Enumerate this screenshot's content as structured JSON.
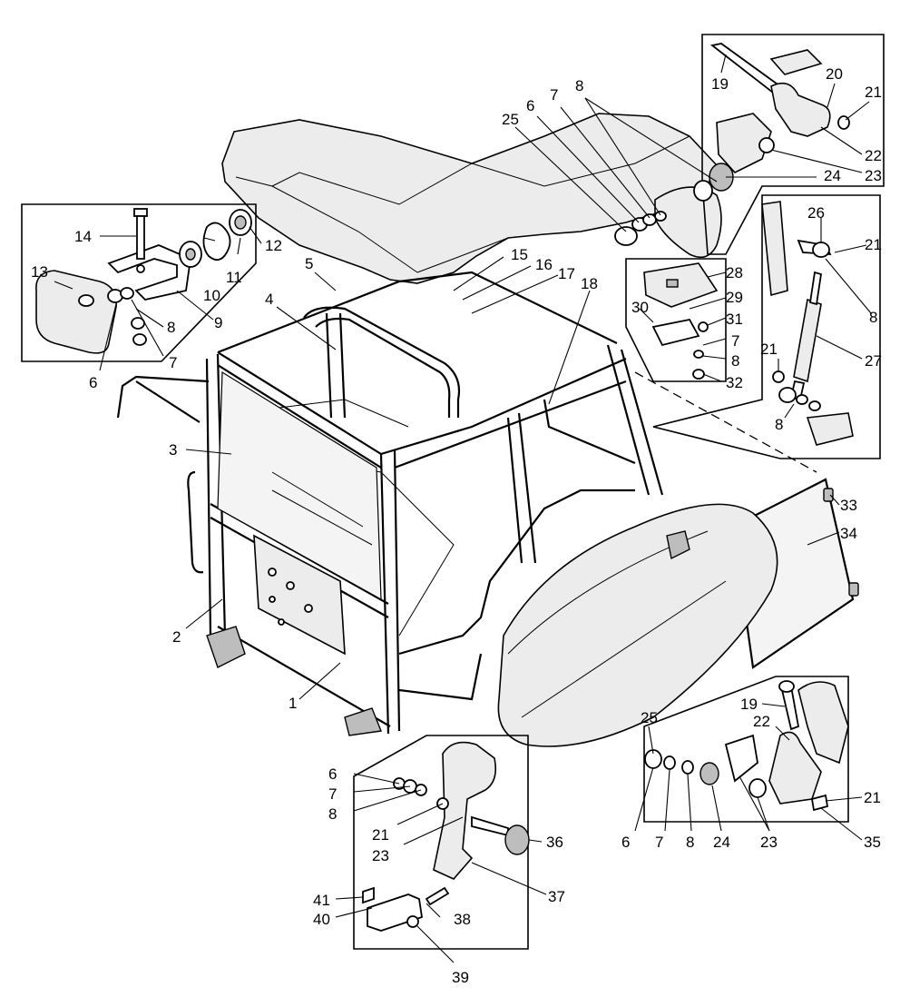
{
  "callouts": [
    {
      "id": "c1",
      "text": "1"
    },
    {
      "id": "c2",
      "text": "2"
    },
    {
      "id": "c3",
      "text": "3"
    },
    {
      "id": "c4",
      "text": "4"
    },
    {
      "id": "c5",
      "text": "5"
    },
    {
      "id": "c6a",
      "text": "6"
    },
    {
      "id": "c6b",
      "text": "6"
    },
    {
      "id": "c6c",
      "text": "6"
    },
    {
      "id": "c6d",
      "text": "6"
    },
    {
      "id": "c7a",
      "text": "7"
    },
    {
      "id": "c7b",
      "text": "7"
    },
    {
      "id": "c7c",
      "text": "7"
    },
    {
      "id": "c7d",
      "text": "7"
    },
    {
      "id": "c7e",
      "text": "7"
    },
    {
      "id": "c8a",
      "text": "8"
    },
    {
      "id": "c8b",
      "text": "8"
    },
    {
      "id": "c8c",
      "text": "8"
    },
    {
      "id": "c8d",
      "text": "8"
    },
    {
      "id": "c8e",
      "text": "8"
    },
    {
      "id": "c8f",
      "text": "8"
    },
    {
      "id": "c8g",
      "text": "8"
    },
    {
      "id": "c9",
      "text": "9"
    },
    {
      "id": "c10",
      "text": "10"
    },
    {
      "id": "c11",
      "text": "11"
    },
    {
      "id": "c12",
      "text": "12"
    },
    {
      "id": "c13",
      "text": "13"
    },
    {
      "id": "c14",
      "text": "14"
    },
    {
      "id": "c15",
      "text": "15"
    },
    {
      "id": "c16",
      "text": "16"
    },
    {
      "id": "c17",
      "text": "17"
    },
    {
      "id": "c18",
      "text": "18"
    },
    {
      "id": "c19a",
      "text": "19"
    },
    {
      "id": "c19b",
      "text": "19"
    },
    {
      "id": "c20",
      "text": "20"
    },
    {
      "id": "c21a",
      "text": "21"
    },
    {
      "id": "c21b",
      "text": "21"
    },
    {
      "id": "c21c",
      "text": "21"
    },
    {
      "id": "c21d",
      "text": "21"
    },
    {
      "id": "c21e",
      "text": "21"
    },
    {
      "id": "c22a",
      "text": "22"
    },
    {
      "id": "c22b",
      "text": "22"
    },
    {
      "id": "c23a",
      "text": "23"
    },
    {
      "id": "c23b",
      "text": "23"
    },
    {
      "id": "c23c",
      "text": "23"
    },
    {
      "id": "c24a",
      "text": "24"
    },
    {
      "id": "c24b",
      "text": "24"
    },
    {
      "id": "c25a",
      "text": "25"
    },
    {
      "id": "c25b",
      "text": "25"
    },
    {
      "id": "c26",
      "text": "26"
    },
    {
      "id": "c27",
      "text": "27"
    },
    {
      "id": "c28",
      "text": "28"
    },
    {
      "id": "c29",
      "text": "29"
    },
    {
      "id": "c30",
      "text": "30"
    },
    {
      "id": "c31",
      "text": "31"
    },
    {
      "id": "c32",
      "text": "32"
    },
    {
      "id": "c33",
      "text": "33"
    },
    {
      "id": "c34",
      "text": "34"
    },
    {
      "id": "c35",
      "text": "35"
    },
    {
      "id": "c36",
      "text": "36"
    },
    {
      "id": "c37",
      "text": "37"
    },
    {
      "id": "c38",
      "text": "38"
    },
    {
      "id": "c39",
      "text": "39"
    },
    {
      "id": "c40",
      "text": "40"
    },
    {
      "id": "c41",
      "text": "41"
    }
  ]
}
